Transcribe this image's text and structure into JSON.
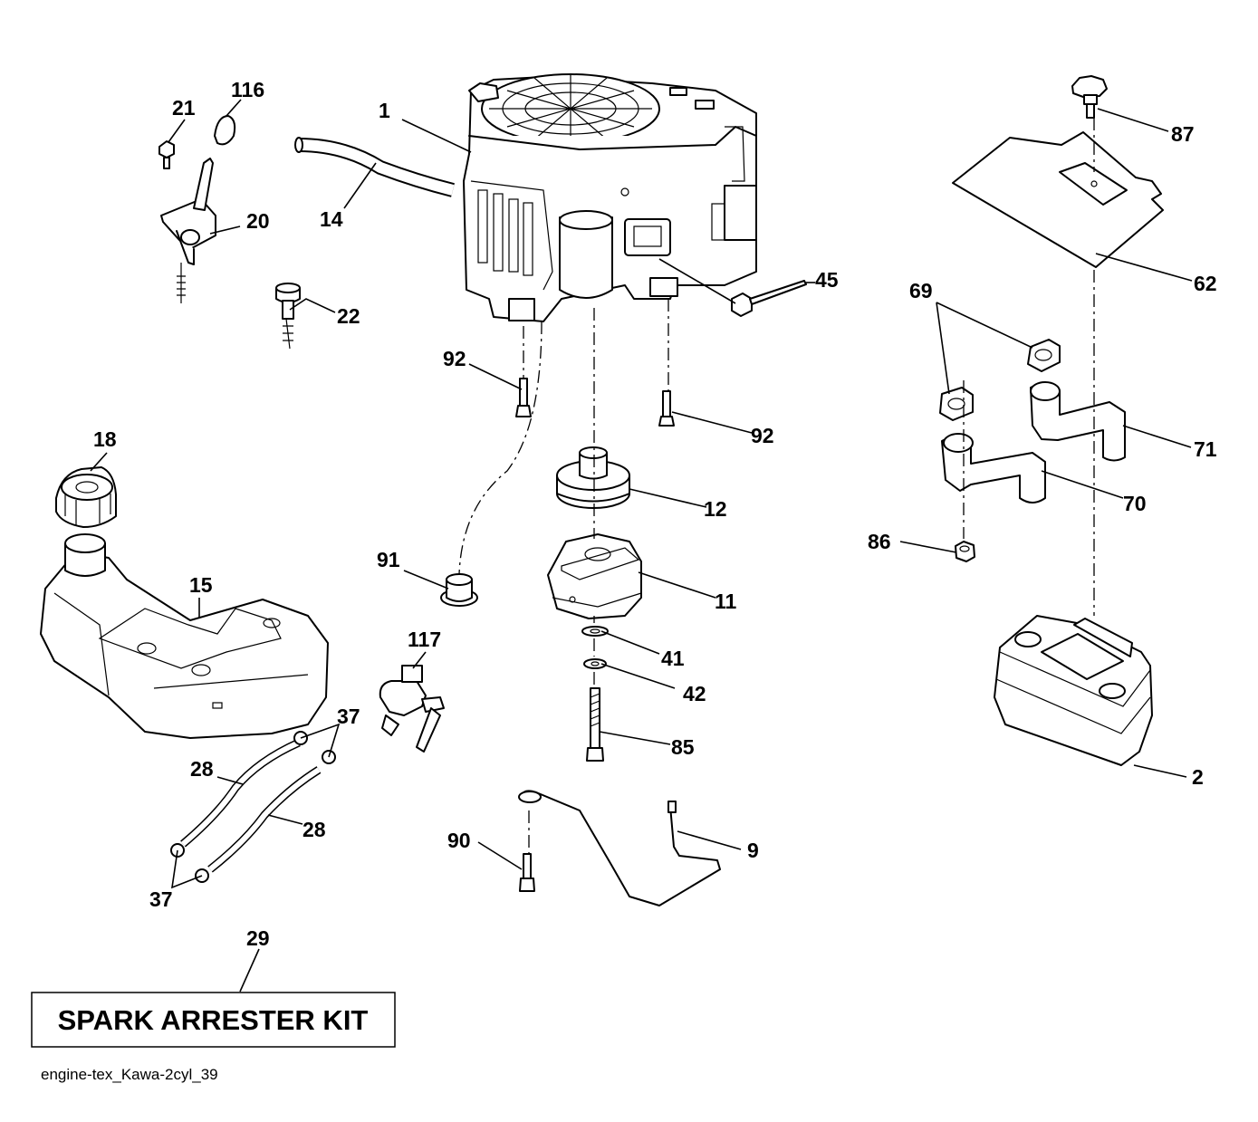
{
  "callouts": {
    "c1": "1",
    "c2": "2",
    "c9": "9",
    "c11": "11",
    "c12": "12",
    "c14": "14",
    "c15": "15",
    "c18": "18",
    "c20": "20",
    "c21": "21",
    "c22": "22",
    "c28a": "28",
    "c28b": "28",
    "c29": "29",
    "c37a": "37",
    "c37b": "37",
    "c41": "41",
    "c42": "42",
    "c45": "45",
    "c62": "62",
    "c69": "69",
    "c70": "70",
    "c71": "71",
    "c85": "85",
    "c86": "86",
    "c87": "87",
    "c90": "90",
    "c91": "91",
    "c92a": "92",
    "c92b": "92",
    "c116": "116",
    "c117": "117"
  },
  "kit_label": "SPARK ARRESTER KIT",
  "footer_label": "engine-tex_Kawa-2cyl_39"
}
